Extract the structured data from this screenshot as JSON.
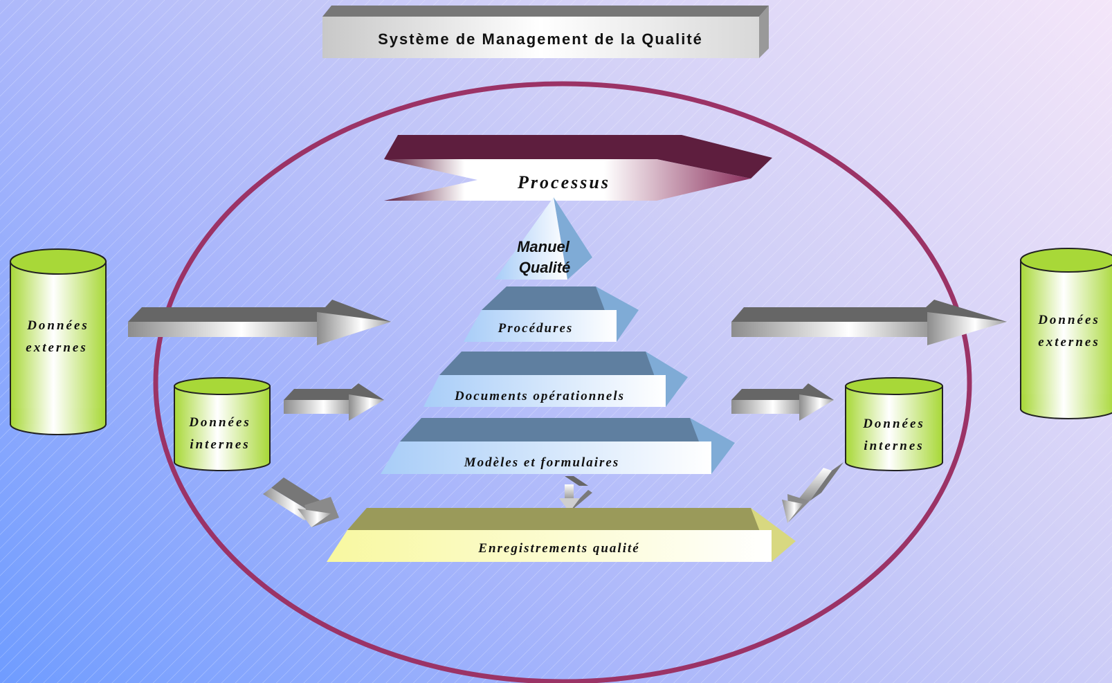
{
  "title": "Système de Management de la Qualité",
  "processus": "Processus",
  "manuel": [
    "Manuel",
    "Qualité"
  ],
  "pyramid": {
    "procedures": "Procédures",
    "documents": "Documents opérationnels",
    "modeles": "Modèles et formulaires",
    "enregistrements": "Enregistrements qualité"
  },
  "left_external": [
    "Données",
    "externes"
  ],
  "left_internal": [
    "Données",
    "internes"
  ],
  "right_external": [
    "Données",
    "externes"
  ],
  "right_internal": [
    "Données",
    "internes"
  ],
  "colors": {
    "ellipse": "#9b3366",
    "cylinder": "#a8d838",
    "pyramid_top": "#5f7fa0",
    "pyramid_front": "#a8cdf8",
    "base_top": "#9a9a5a",
    "base_front": "#f8f8a0",
    "processus": "#5e1e3e"
  }
}
